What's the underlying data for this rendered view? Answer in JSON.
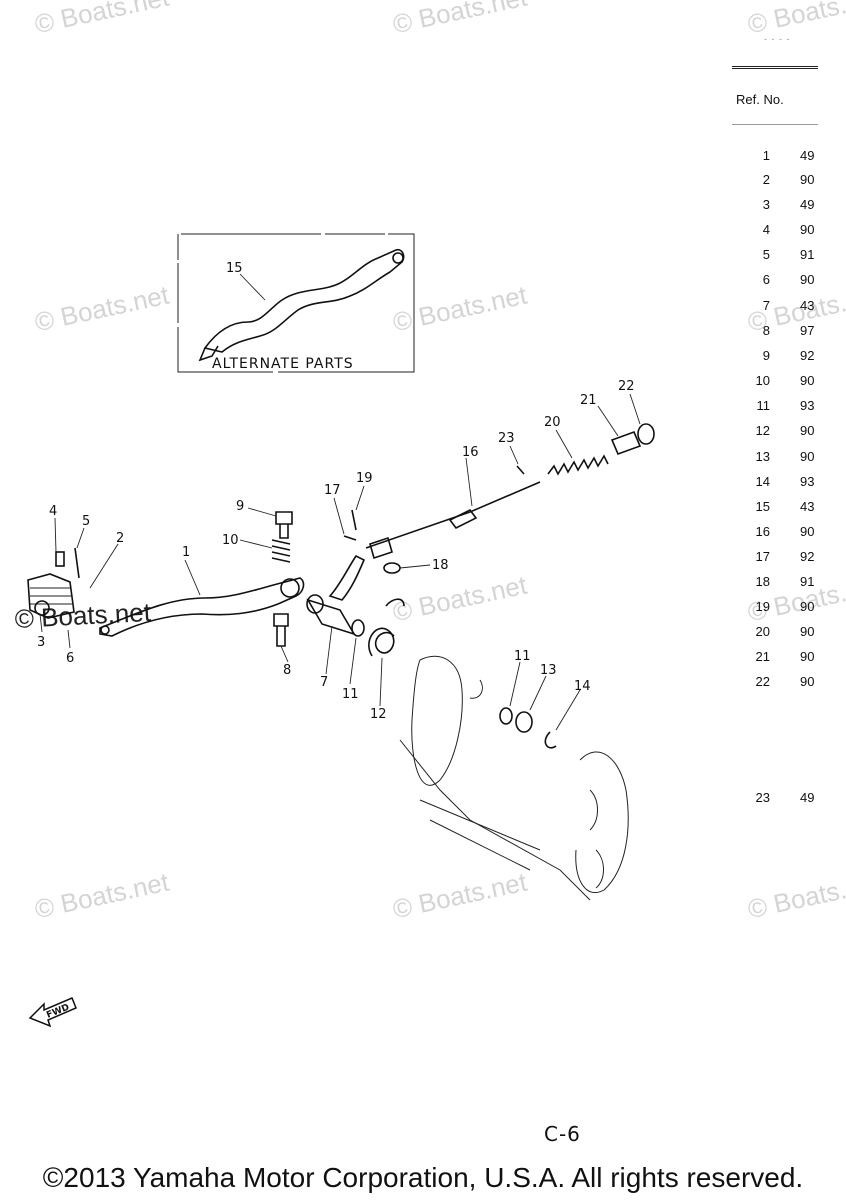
{
  "watermark": "© Boats.net",
  "watermark_dark": "© Boats.net",
  "diagram": {
    "alternate_label": "ALTERNATE PARTS",
    "callouts": [
      "1",
      "2",
      "3",
      "4",
      "5",
      "6",
      "7",
      "8",
      "9",
      "10",
      "11",
      "11",
      "12",
      "13",
      "14",
      "15",
      "16",
      "17",
      "18",
      "19",
      "20",
      "21",
      "22",
      "23"
    ]
  },
  "parts_table": {
    "top_fragment": "- - - -",
    "header": "Ref. No.",
    "rows": [
      {
        "ref": "1",
        "pn": "49"
      },
      {
        "ref": "2",
        "pn": "90"
      },
      {
        "ref": "3",
        "pn": "49"
      },
      {
        "ref": "4",
        "pn": "90"
      },
      {
        "ref": "5",
        "pn": "91"
      },
      {
        "ref": "6",
        "pn": "90"
      },
      {
        "ref": "7",
        "pn": "43"
      },
      {
        "ref": "8",
        "pn": "97"
      },
      {
        "ref": "9",
        "pn": "92"
      },
      {
        "ref": "10",
        "pn": "90"
      },
      {
        "ref": "11",
        "pn": "93"
      },
      {
        "ref": "12",
        "pn": "90"
      },
      {
        "ref": "13",
        "pn": "90"
      },
      {
        "ref": "14",
        "pn": "93"
      },
      {
        "ref": "15",
        "pn": "43"
      },
      {
        "ref": "16",
        "pn": "90"
      },
      {
        "ref": "17",
        "pn": "92"
      },
      {
        "ref": "18",
        "pn": "91"
      },
      {
        "ref": "19",
        "pn": "90"
      },
      {
        "ref": "20",
        "pn": "90"
      },
      {
        "ref": "21",
        "pn": "90"
      },
      {
        "ref": "22",
        "pn": "90"
      },
      {
        "ref": "23",
        "pn": "49"
      }
    ]
  },
  "fwd_label": "FWD",
  "page_number": "C-6",
  "copyright": "©2013 Yamaha Motor Corporation, U.S.A. All rights reserved."
}
